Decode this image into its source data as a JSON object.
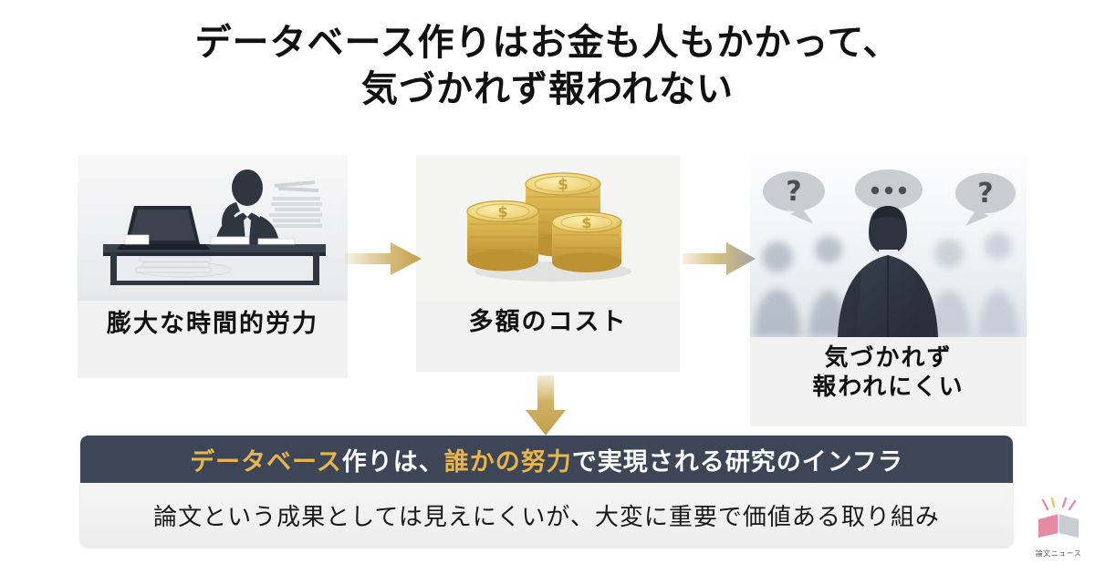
{
  "title": {
    "line1": "データベース作りはお金も人もかかって、",
    "line2": "気づかれず報われない"
  },
  "cards": [
    {
      "id": "toil",
      "label": "膨大な時間的労力",
      "art": "overworked-person-at-desk-with-laptop-and-paper-stacks"
    },
    {
      "id": "cost",
      "label": "多額のコスト",
      "art": "stacks-of-gold-dollar-coins"
    },
    {
      "id": "unseen",
      "label_line1": "気づかれず",
      "label_line2": "報われにくい",
      "art": "man-facing-blurred-crowd-with-question-speech-bubbles",
      "bubbles": [
        "?",
        "•••",
        "?"
      ]
    }
  ],
  "arrows": [
    {
      "id": "arrow-1",
      "direction": "right",
      "from": "toil",
      "to": "cost"
    },
    {
      "id": "arrow-2",
      "direction": "right",
      "from": "cost",
      "to": "unseen"
    },
    {
      "id": "arrow-down",
      "direction": "down",
      "from": "cost",
      "to": "summary"
    }
  ],
  "summary": {
    "headline_part1": "データベース",
    "headline_part2": "作りは、",
    "headline_part3": "誰かの努力",
    "headline_part4": "で実現される研究のインフラ",
    "sub": "論文という成果としては見えにくいが、大変に重要で価値ある取り組み"
  },
  "watermark": {
    "label": "論文ニュース",
    "icon": "open-book-icon"
  },
  "colors": {
    "accent_gold": "#e8b54a",
    "banner_dark": "#3c4656",
    "arrow_gold": "#c9a44c",
    "card_bg": "#f1f1f1",
    "page_bg": "#ffffff",
    "logo_pink": "#e68ba4",
    "logo_gray": "#c9ccd2"
  }
}
